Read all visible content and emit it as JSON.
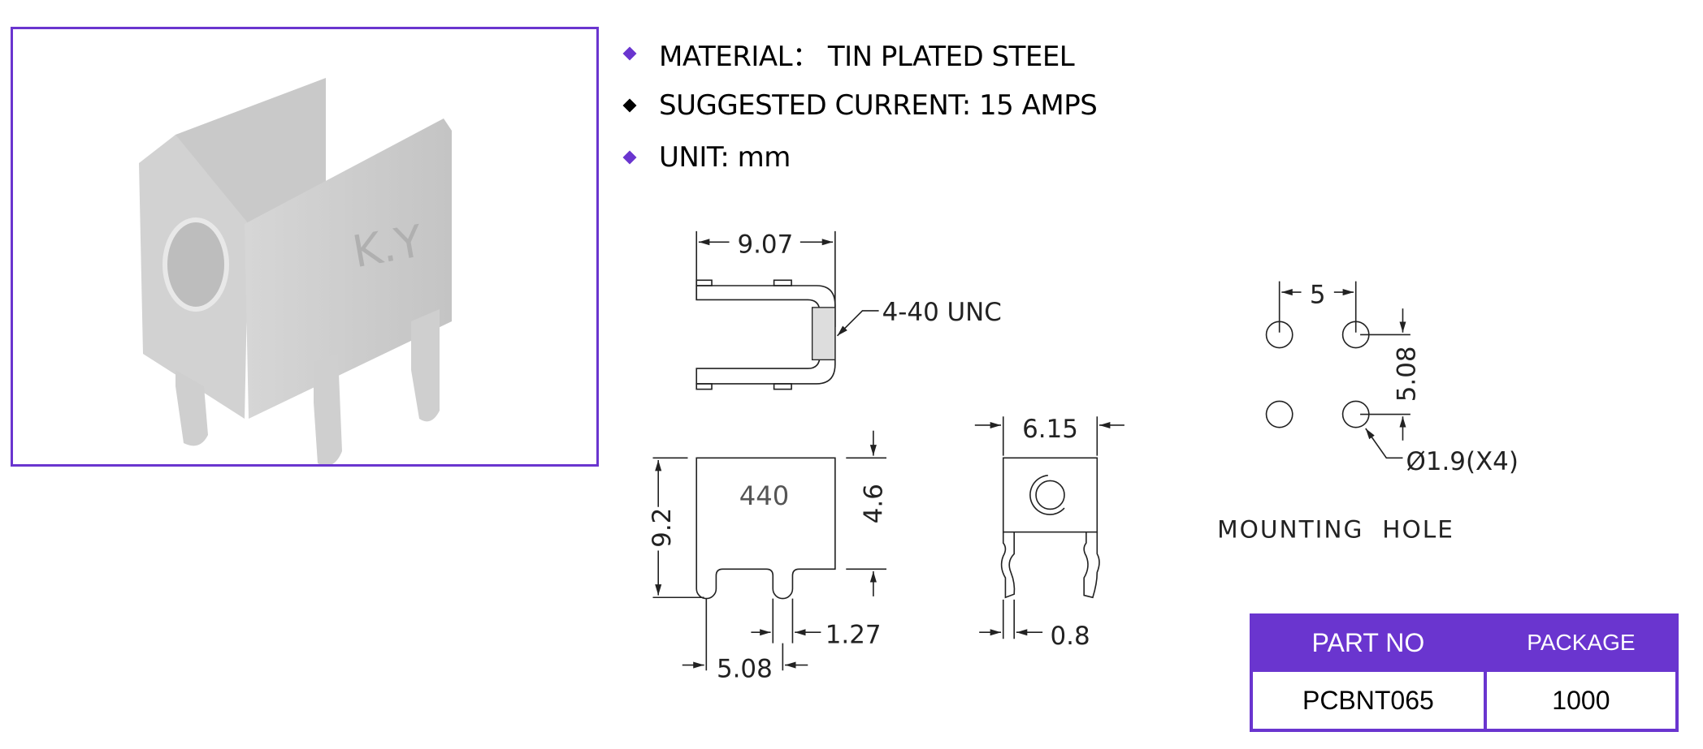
{
  "specs": [
    {
      "text": "MATERIAL：  TIN PLATED STEEL",
      "bullet_color": "#6a35cf"
    },
    {
      "text": "SUGGESTED CURRENT: 15 AMPS",
      "bullet_color": "#000000"
    },
    {
      "text": "UNIT:  mm",
      "bullet_color": "#6a35cf"
    }
  ],
  "photo": {
    "stamp": "K.Y"
  },
  "top_view": {
    "width_dim": "9.07",
    "thread_label": "4-40 UNC"
  },
  "front_view": {
    "marking": "440",
    "height_dim": "9.2",
    "body_dim": "4.6",
    "pin_width_dim": "1.27",
    "pitch_dim": "5.08"
  },
  "side_view": {
    "width_dim": "6.15",
    "thickness_dim": "0.8"
  },
  "mounting": {
    "h_pitch": "5",
    "v_pitch": "5.08",
    "hole_label": "Ø1.9(X4)",
    "title": "MOUNTING  HOLE"
  },
  "table": {
    "headers": [
      "PART NO",
      "PACKAGE"
    ],
    "row": [
      "PCBNT065",
      "1000"
    ]
  },
  "colors": {
    "accent": "#6a35cf"
  }
}
